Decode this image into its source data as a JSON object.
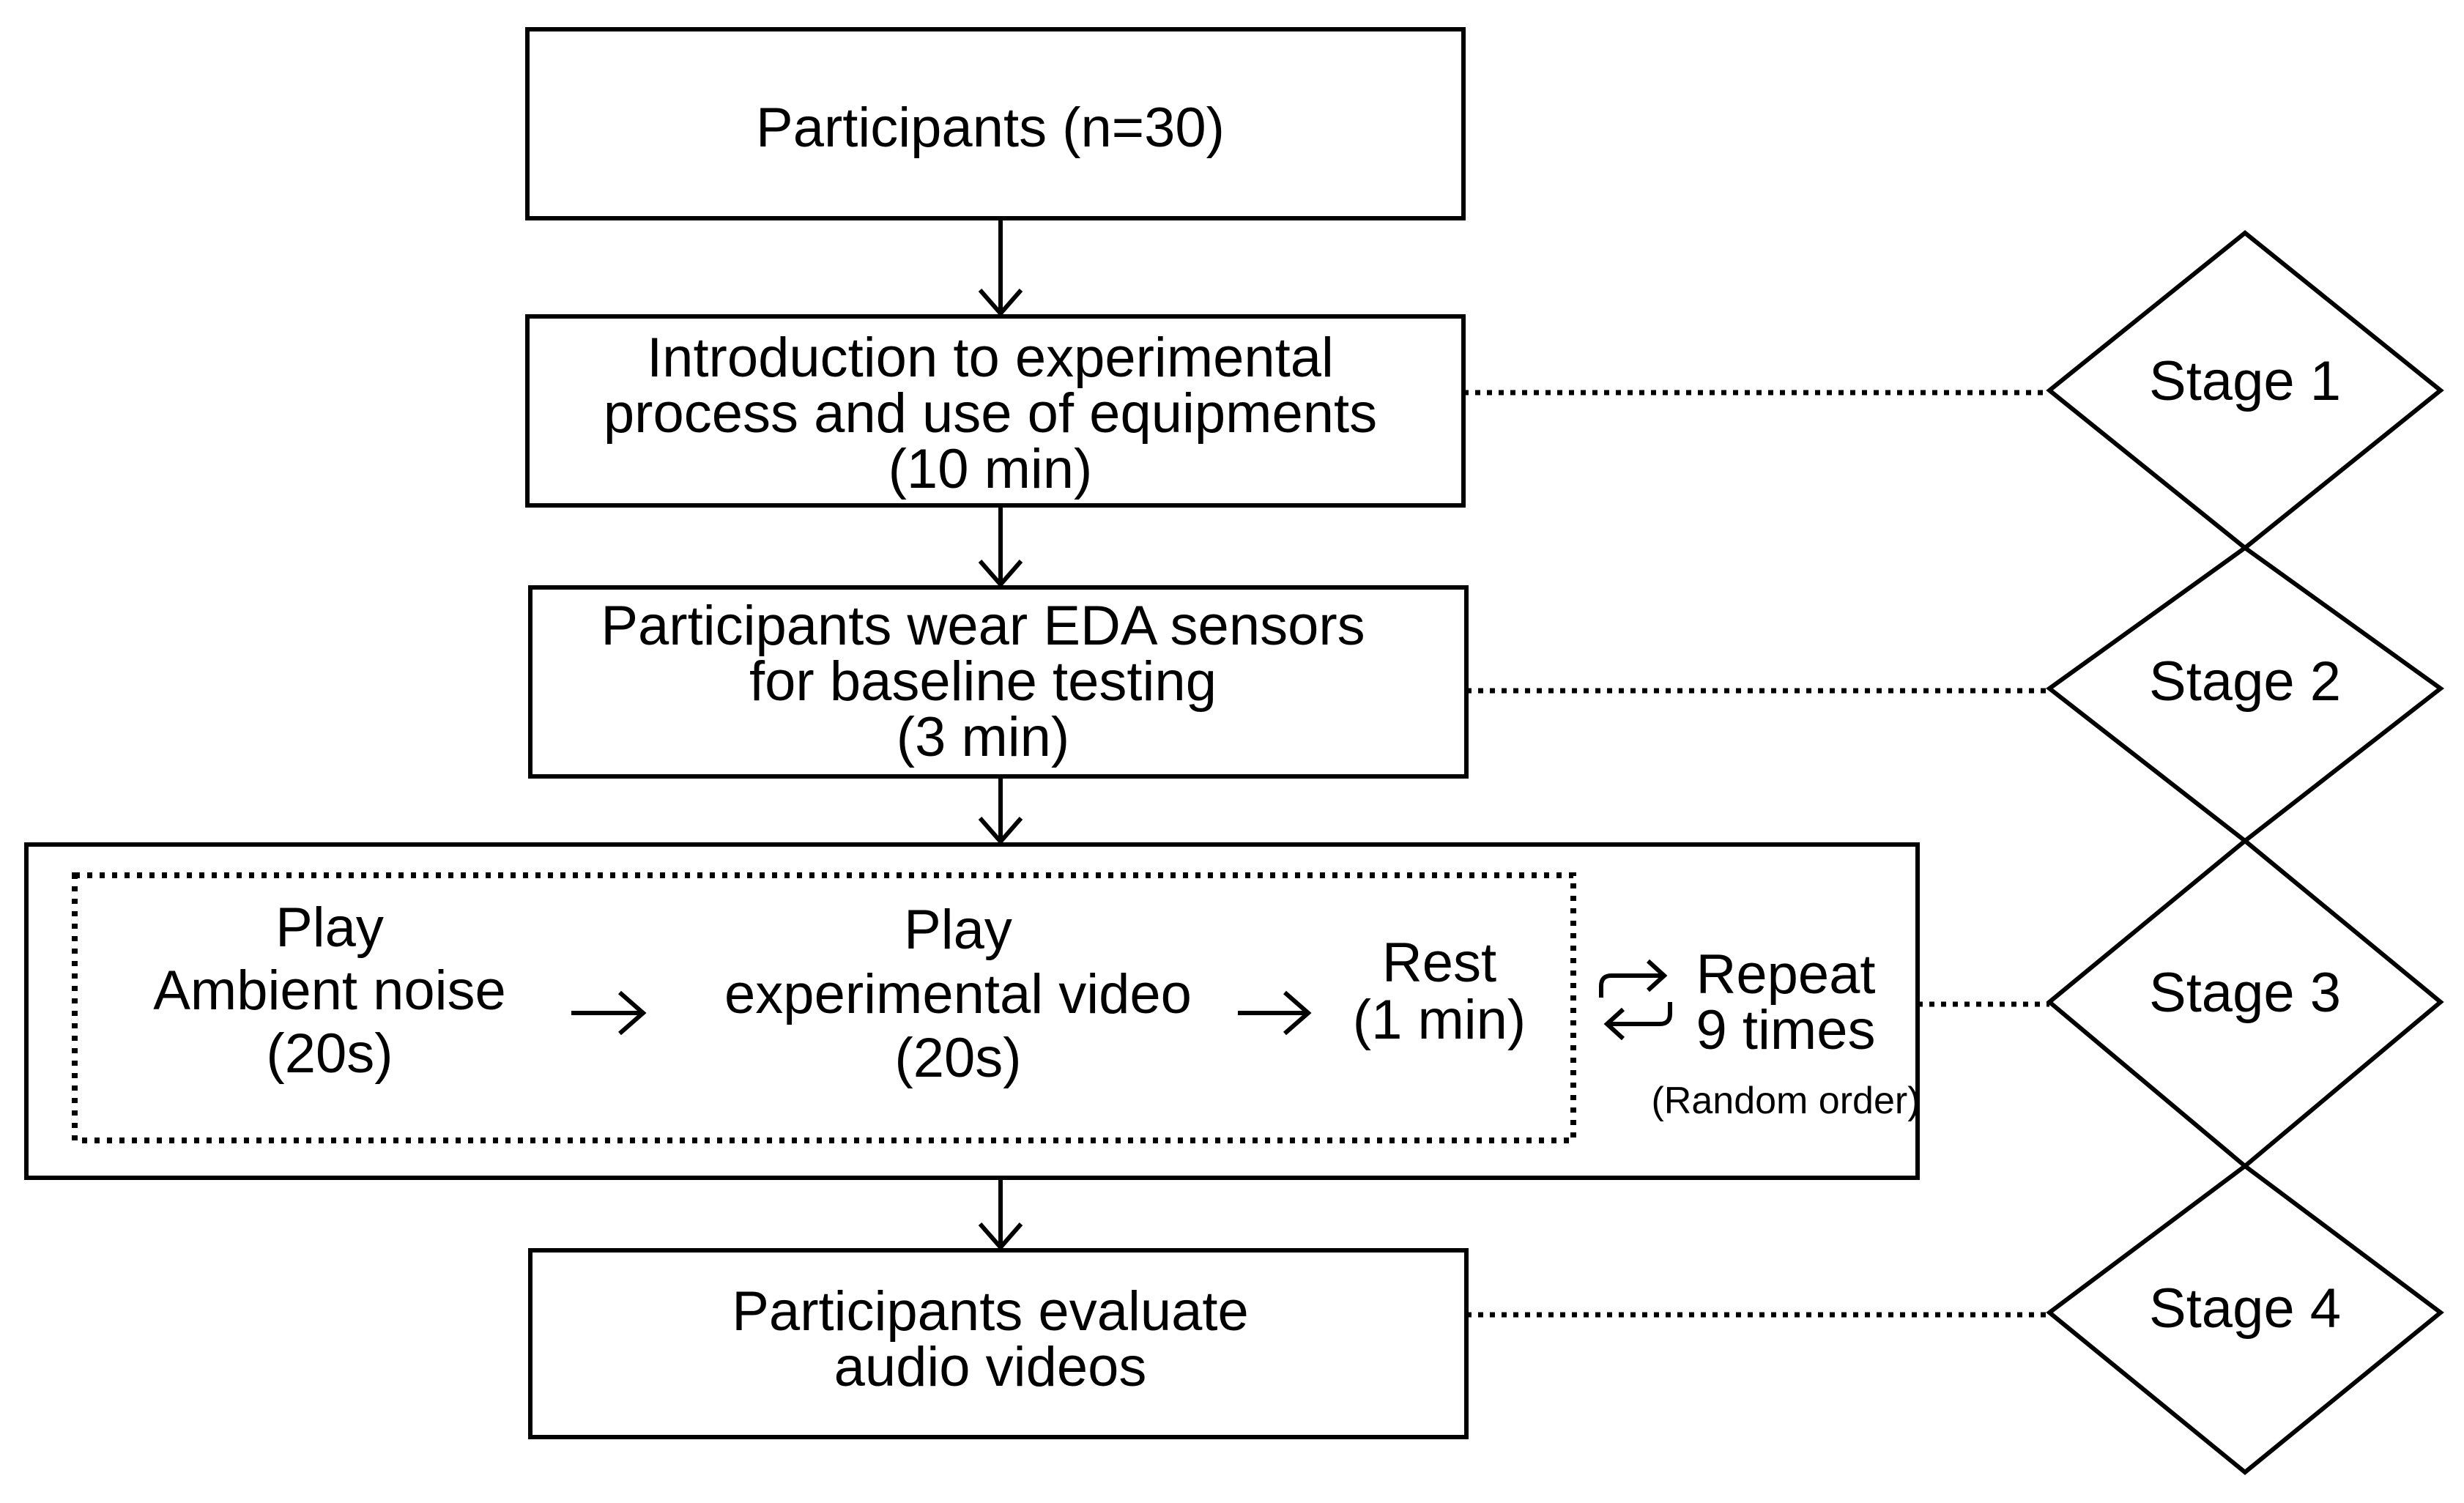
{
  "participants": {
    "label": "Participants (n=30)"
  },
  "introduction": {
    "line1": "Introduction to experimental",
    "line2": "process and use of equipments",
    "line3": "(10 min)"
  },
  "baseline": {
    "line1": "Participants wear EDA sensors",
    "line2": "for baseline testing",
    "line3": "(3 min)"
  },
  "loop": {
    "ambient": {
      "line1": "Play",
      "line2": "Ambient noise",
      "line3": "(20s)"
    },
    "video": {
      "line1": "Play",
      "line2": "experimental video",
      "line3": "(20s)"
    },
    "rest": {
      "line1": "Rest",
      "line2": "(1 min)"
    },
    "repeat": {
      "line1": "Repeat",
      "line2": "9 times",
      "note": "(Random order)"
    }
  },
  "evaluate": {
    "line1": "Participants evaluate",
    "line2": "audio videos"
  },
  "stages": [
    "Stage 1",
    "Stage 2",
    "Stage 3",
    "Stage 4"
  ]
}
